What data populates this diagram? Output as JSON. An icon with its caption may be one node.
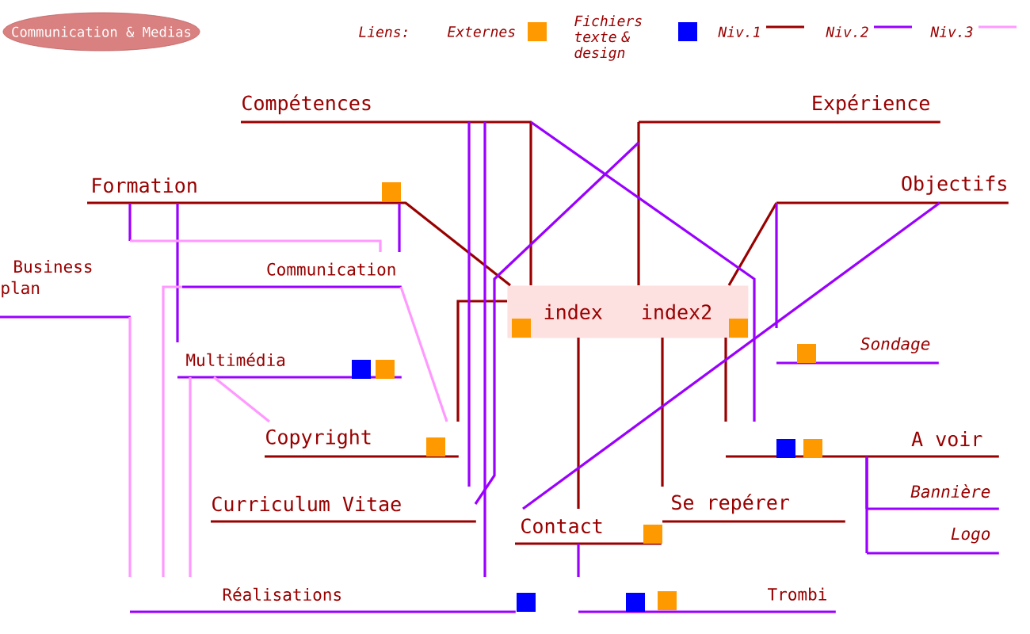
{
  "diagram": {
    "title": "Communication & Medias",
    "nodes": [
      {
        "text": [
          "index",
          "index2"
        ]
      },
      {
        "text": [
          "Compétences"
        ]
      },
      {
        "text": [
          "Expérience"
        ]
      },
      {
        "text": [
          "Formation"
        ]
      },
      {
        "text": [
          "Objectifs"
        ]
      },
      {
        "text": [
          "Communication"
        ]
      },
      {
        "text": [
          "Business plan"
        ]
      },
      {
        "text": [
          "Multimédia"
        ]
      },
      {
        "text": [
          "Copyright"
        ]
      },
      {
        "text": [
          "Curriculum Vitae"
        ]
      },
      {
        "text": [
          "Sondage"
        ]
      },
      {
        "text": [
          "A voir"
        ]
      },
      {
        "text": [
          "Bannière"
        ]
      },
      {
        "text": [
          "Logo"
        ]
      },
      {
        "text": [
          "Se repérer"
        ]
      },
      {
        "text": [
          "Contact"
        ]
      },
      {
        "text": [
          "Réalisations"
        ]
      },
      {
        "text": [
          "Trombi"
        ]
      }
    ],
    "edges": [
      {
        "from": 0,
        "to": 1,
        "arrow": "none",
        "color": "#990000"
      },
      {
        "from": 0,
        "to": 2,
        "arrow": "none",
        "color": "#990000"
      },
      {
        "from": 0,
        "to": 3,
        "arrow": "none",
        "color": "#990000"
      },
      {
        "from": 0,
        "to": 4,
        "arrow": "none",
        "color": "#990000"
      },
      {
        "from": 0,
        "to": 8,
        "arrow": "none",
        "color": "#990000"
      },
      {
        "from": 0,
        "to": 15,
        "arrow": "none",
        "color": "#990000"
      },
      {
        "from": 0,
        "to": 14,
        "arrow": "none",
        "color": "#990000"
      },
      {
        "from": 0,
        "to": 11,
        "arrow": "none",
        "color": "#990000"
      },
      {
        "from": 1,
        "to": 9,
        "arrow": "none",
        "color": "#9900ff"
      },
      {
        "from": 1,
        "to": 16,
        "arrow": "none",
        "color": "#9900ff"
      },
      {
        "from": 1,
        "to": 11,
        "arrow": "none",
        "color": "#9900ff"
      },
      {
        "from": 2,
        "to": 9,
        "arrow": "none",
        "color": "#9900ff"
      },
      {
        "from": 4,
        "to": 15,
        "arrow": "none",
        "color": "#9900ff"
      },
      {
        "from": 4,
        "to": 10,
        "arrow": "none",
        "color": "#9900ff"
      },
      {
        "from": 11,
        "to": 12,
        "arrow": "none",
        "color": "#9900ff"
      },
      {
        "from": 11,
        "to": 13,
        "arrow": "none",
        "color": "#9900ff"
      },
      {
        "from": 3,
        "to": 6,
        "arrow": "none",
        "color": "#9900ff"
      },
      {
        "from": 3,
        "to": 5,
        "arrow": "none",
        "color": "#9900ff"
      },
      {
        "from": 3,
        "to": 7,
        "arrow": "none",
        "color": "#9900ff"
      },
      {
        "from": 15,
        "to": 17,
        "arrow": "none",
        "color": "#9900ff"
      },
      {
        "from": 6,
        "to": 5,
        "arrow": "none",
        "color": "#ff99ff"
      },
      {
        "from": 6,
        "to": 16,
        "arrow": "none",
        "color": "#ff99ff"
      },
      {
        "from": 5,
        "to": 8,
        "arrow": "none",
        "color": "#ff99ff"
      },
      {
        "from": 7,
        "to": 8,
        "arrow": "none",
        "color": "#ff99ff"
      },
      {
        "from": 7,
        "to": 16,
        "arrow": "none",
        "color": "#ff99ff"
      },
      {
        "from": 5,
        "to": 16,
        "arrow": "none",
        "color": "#ff99ff"
      }
    ],
    "labels": [
      "Liens:"
    ],
    "legend": [
      {
        "text": "Externes",
        "color": "#ff9900"
      },
      {
        "text": "Fichiers texte & design",
        "color": "#0000ff"
      },
      {
        "text": "Niv.1"
      },
      {
        "text": "Niv.2"
      },
      {
        "text": "Niv.3"
      }
    ]
  }
}
